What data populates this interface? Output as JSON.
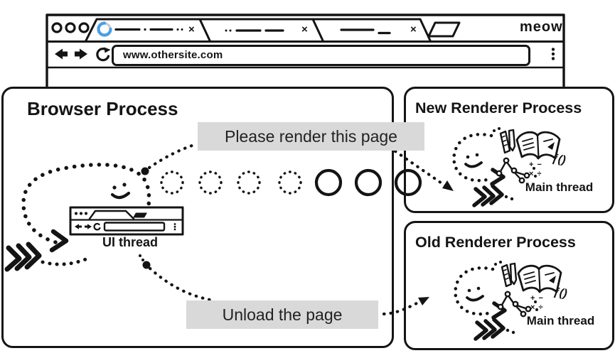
{
  "browser_window": {
    "url": "www.othersite.com",
    "signature": "meow",
    "tabs": [
      {
        "label": "loading-tab",
        "close": "×"
      },
      {
        "label": "background-tab-2",
        "close": "×"
      },
      {
        "label": "background-tab-3",
        "close": "×"
      }
    ]
  },
  "boxes": {
    "browser": {
      "title": "Browser Process",
      "thread": "UI thread"
    },
    "new_renderer": {
      "title": "New Renderer Process",
      "thread": "Main thread"
    },
    "old_renderer": {
      "title": "Old Renderer Process",
      "thread": "Main thread"
    }
  },
  "messages": {
    "render": "Please render this page",
    "unload": "Unload the page"
  },
  "tools": {
    "math_row1": "+ −",
    "math_row2": "× ÷",
    "function": "ƒ()"
  },
  "colors": {
    "ink": "#141414",
    "label_bg": "#d9d9d9",
    "spinner_blue": "#4a9fe3",
    "spinner_gray": "#c9c9c9"
  }
}
